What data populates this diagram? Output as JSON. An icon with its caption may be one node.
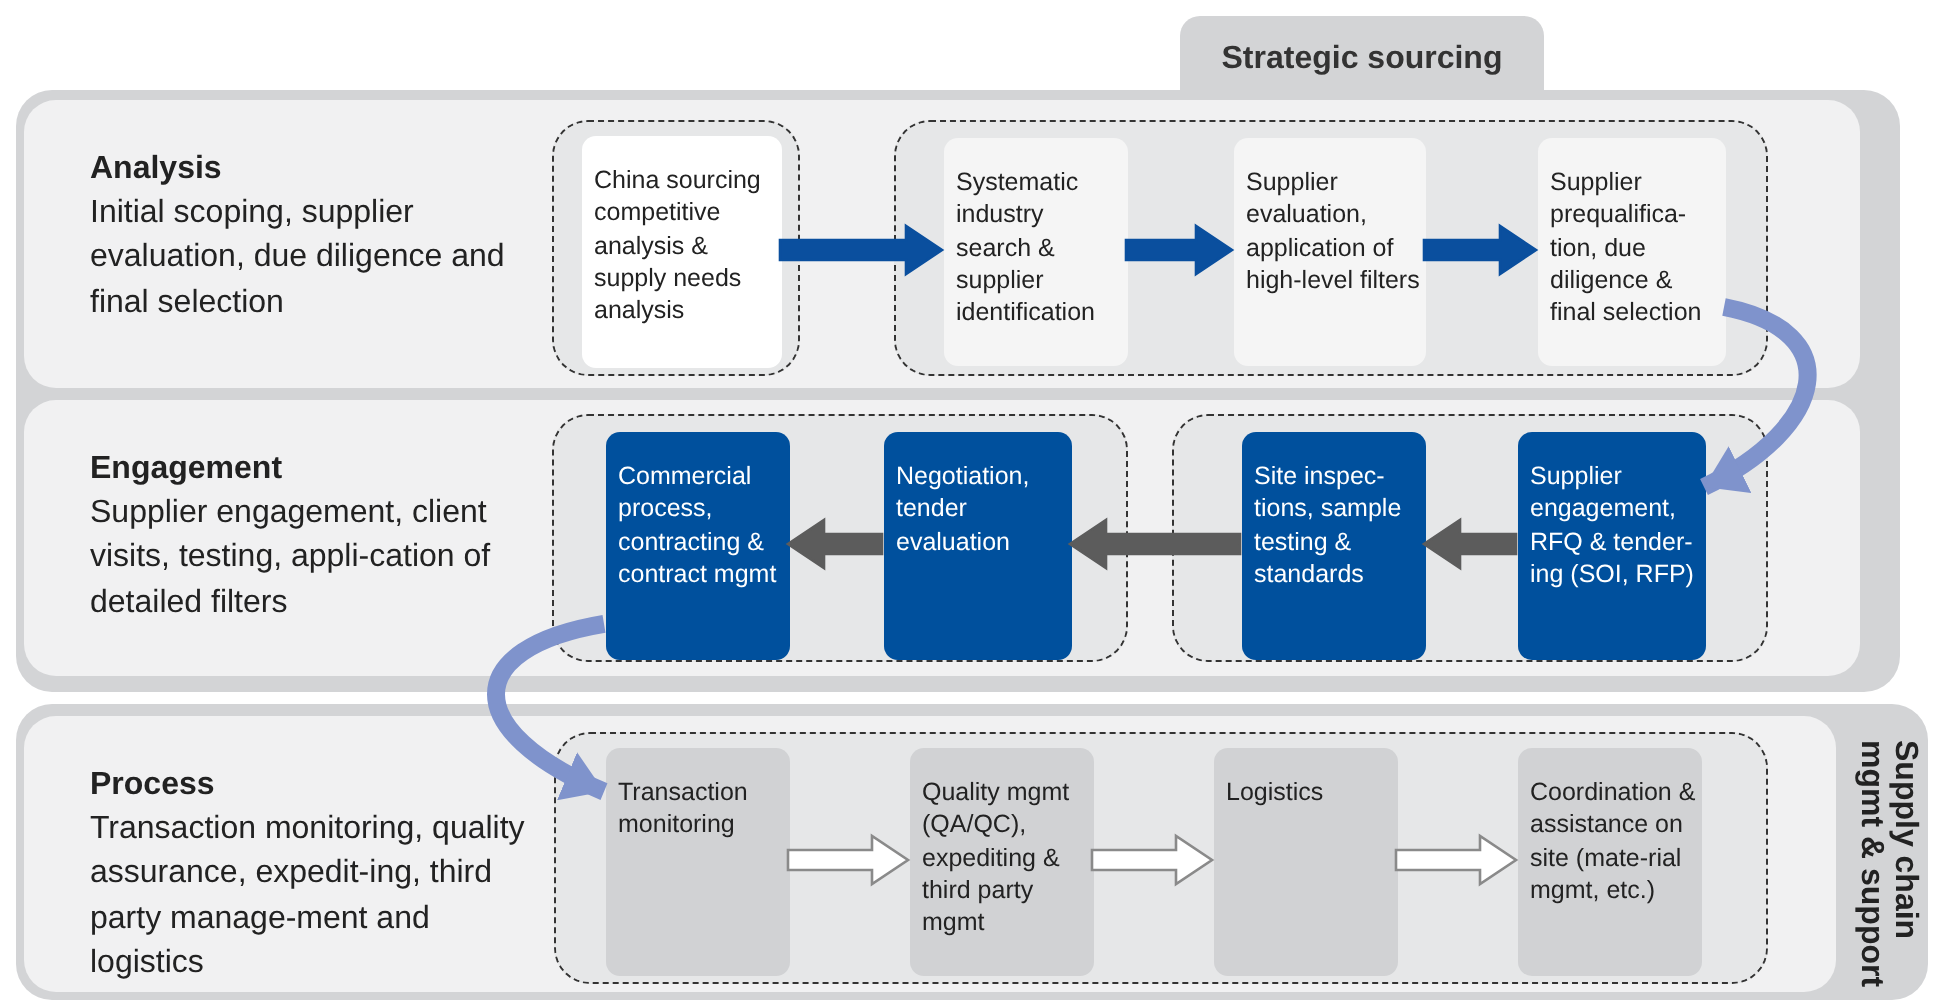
{
  "diagram": {
    "nodes": [
      {
        "text": [
          "Strategic sourcing"
        ]
      },
      {
        "text": [
          "Analysis",
          "Initial scoping, supplier evaluation, due diligence and final selection"
        ],
        "in": 0
      },
      {
        "text": [],
        "shape": "box",
        "in": 1
      },
      {
        "text": [
          "China sourcing competitive analysis & supply needs analysis"
        ],
        "in": 2
      },
      {
        "text": [],
        "shape": "box",
        "in": 1
      },
      {
        "text": [
          "Systematic industry search & supplier identification"
        ],
        "in": 4
      },
      {
        "text": [
          "Supplier evaluation, application of high-level filters"
        ],
        "in": 4
      },
      {
        "text": [
          "Supplier prequalifica-tion, due diligence & final selection"
        ],
        "in": 4
      },
      {
        "text": [
          "Engagement",
          "Supplier engagement, client visits, testing, appli-cation of detailed filters"
        ],
        "in": 0
      },
      {
        "text": [],
        "shape": "box",
        "in": 8
      },
      {
        "text": [
          "Commercial process, contracting & contract mgmt"
        ],
        "in": 9
      },
      {
        "text": [
          "Negotiation, tender evaluation"
        ],
        "in": 9
      },
      {
        "text": [],
        "shape": "box",
        "in": 8
      },
      {
        "text": [
          "Site inspec-tions, sample testing & standards"
        ],
        "in": 12
      },
      {
        "text": [
          "Supplier engagement, RFQ & tender-ing (SOI, RFP)"
        ],
        "in": 12
      },
      {
        "text": [
          "Supply chain mgmt & support"
        ]
      },
      {
        "text": [
          "Process",
          "Transaction monitoring, quality assurance, expedit-ing, third party manage-ment and logistics"
        ],
        "in": 15
      },
      {
        "text": [],
        "shape": "box",
        "in": 16
      },
      {
        "text": [
          "Transaction monitoring"
        ],
        "in": 17
      },
      {
        "text": [
          "Quality mgmt (QA/QC), expediting & third party mgmt"
        ],
        "in": 17
      },
      {
        "text": [
          "Logistics"
        ],
        "in": 17
      },
      {
        "text": [
          "Coordination & assistance on site (mate-rial mgmt, etc.)"
        ],
        "in": 17
      }
    ],
    "edges": [
      {
        "from": 3,
        "to": 5,
        "arrow": "to",
        "color": "#0a4f9e"
      },
      {
        "from": 5,
        "to": 6,
        "arrow": "to",
        "color": "#0a4f9e"
      },
      {
        "from": 6,
        "to": 7,
        "arrow": "to",
        "color": "#0a4f9e"
      },
      {
        "from": 7,
        "to": 14,
        "arrow": "to",
        "color": "#7f93cc"
      },
      {
        "from": 14,
        "to": 13,
        "arrow": "to",
        "color": "#5c5c5c"
      },
      {
        "from": 13,
        "to": 11,
        "arrow": "to",
        "color": "#5c5c5c"
      },
      {
        "from": 11,
        "to": 10,
        "arrow": "to",
        "color": "#5c5c5c"
      },
      {
        "from": 10,
        "to": 18,
        "arrow": "to",
        "color": "#7f93cc"
      },
      {
        "from": 18,
        "to": 19,
        "arrow": "to"
      },
      {
        "from": 19,
        "to": 20,
        "arrow": "to"
      },
      {
        "from": 20,
        "to": 21,
        "arrow": "to"
      }
    ]
  }
}
